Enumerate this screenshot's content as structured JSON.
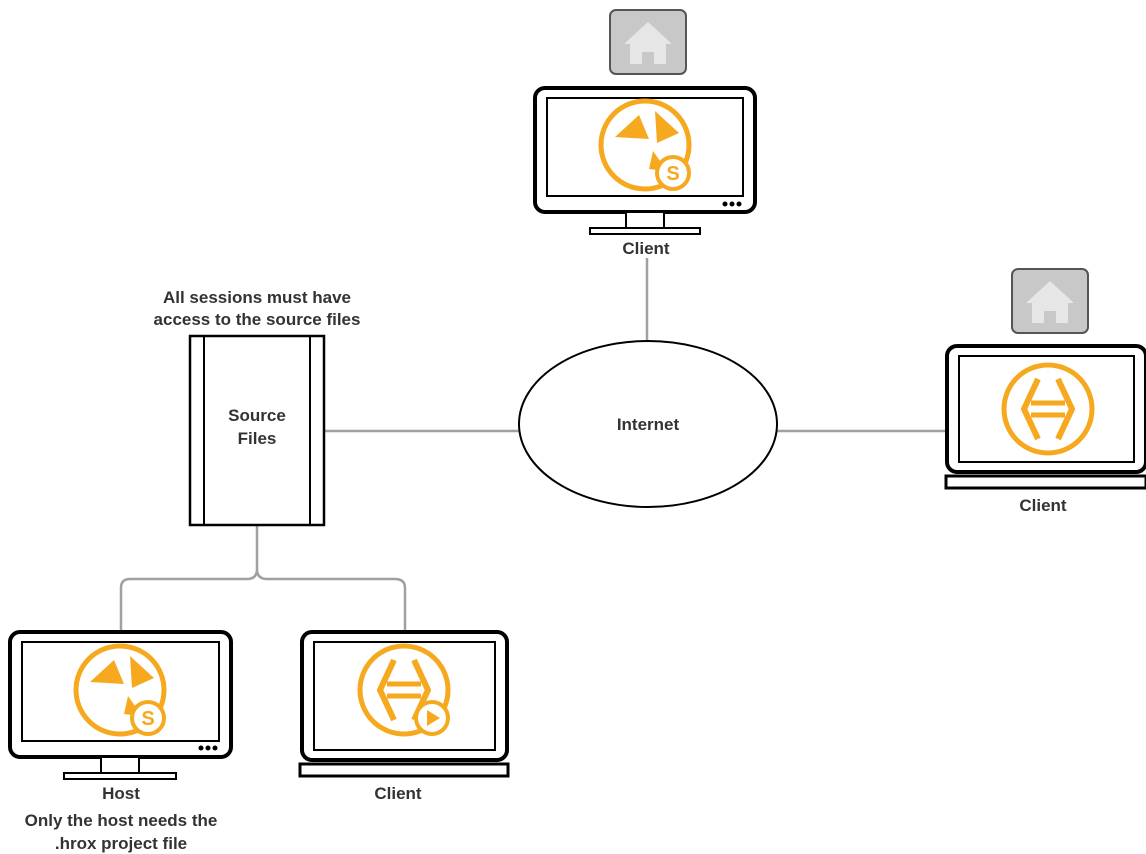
{
  "colors": {
    "accent": "#F6A91E",
    "line": "#a0a0a0",
    "outline": "#000000",
    "house_box": "#c8c8c8",
    "text": "#333333"
  },
  "source_files": {
    "label_line1": "Source",
    "label_line2": "Files",
    "note_line1": "All sessions must have",
    "note_line2": "access to the source files"
  },
  "internet": {
    "label": "Internet"
  },
  "nodes": {
    "top_client": {
      "label": "Client",
      "device": "monitor",
      "app_icon": "hiero-studio-icon",
      "remote": true
    },
    "right_client": {
      "label": "Client",
      "device": "laptop",
      "app_icon": "hiero-icon",
      "remote": true
    },
    "host": {
      "label": "Host",
      "device": "monitor",
      "app_icon": "hiero-studio-icon",
      "note_line1": "Only the host needs the",
      "note_line2": ".hrox project file"
    },
    "local_client": {
      "label": "Client",
      "device": "laptop",
      "app_icon": "hiero-player-icon"
    }
  }
}
